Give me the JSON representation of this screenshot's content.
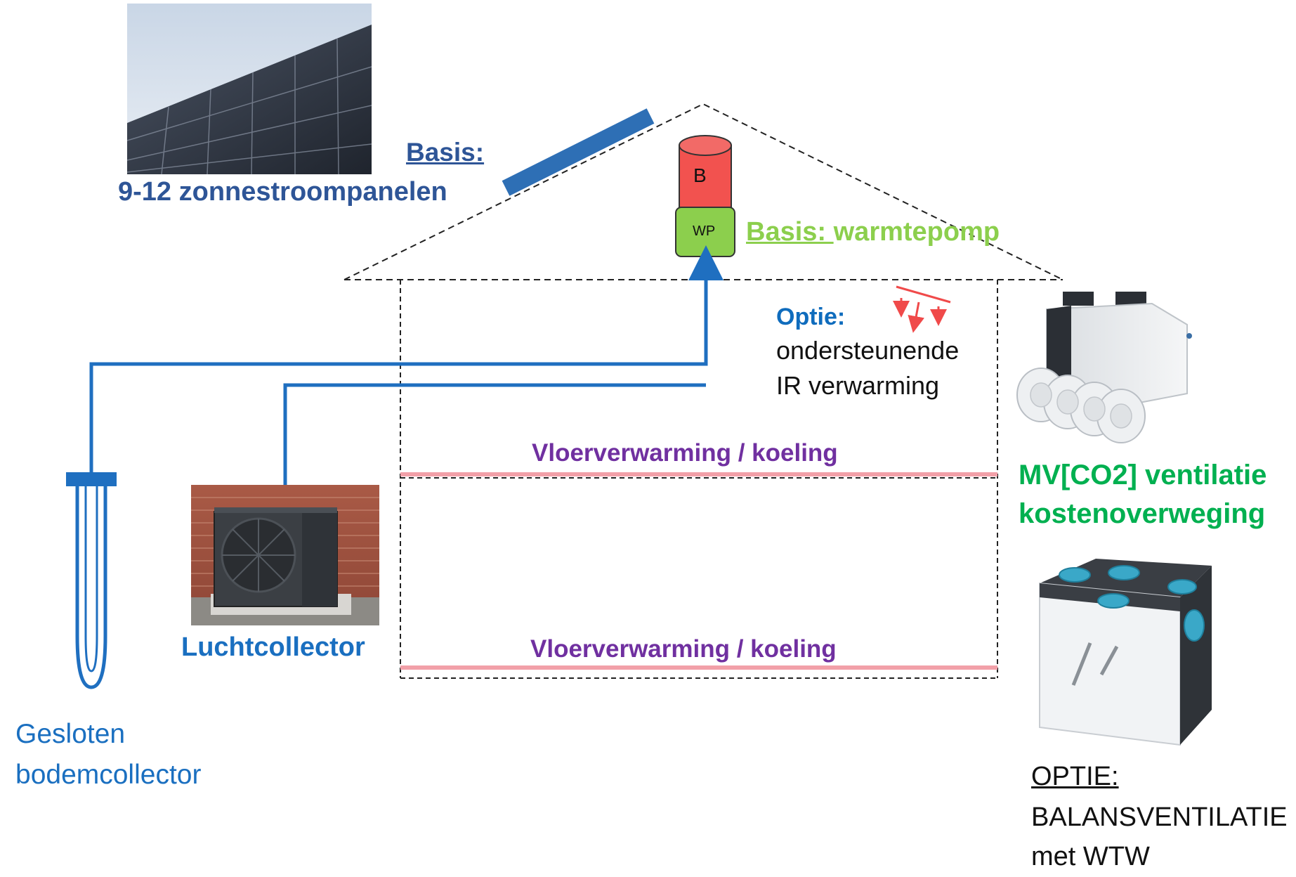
{
  "solar": {
    "basis_label": "Basis:",
    "panels_label": "9-12 zonnestroompanelen"
  },
  "boiler": {
    "label": "B",
    "color": "#f2524f"
  },
  "heatpump": {
    "box_label": "WP",
    "color": "#8ccf4d",
    "basis_prefix": "Basis: ",
    "basis_text": "warmtepomp"
  },
  "ir_option": {
    "title": "Optie:",
    "line1": "ondersteunende",
    "line2": "IR verwarming"
  },
  "floors": {
    "upper_label": "Vloerverwarming / koeling",
    "lower_label": "Vloerverwarming / koeling"
  },
  "mv_ventilation": {
    "line1": "MV[CO2] ventilatie",
    "line2": "kostenoverweging"
  },
  "air_collector": {
    "label": "Luchtcollector"
  },
  "ground_collector": {
    "line1": "Gesloten",
    "line2": "bodemcollector"
  },
  "balance_ventilation": {
    "title": "OPTIE:",
    "line1": "BALANSVENTILATIE",
    "line2": "met WTW"
  },
  "colors": {
    "pipe_blue": "#1f6fc0",
    "solar_panel_blue": "#2e6fb5",
    "floor_heating_pink": "#f2a0a8",
    "ir_red": "#f04a4a"
  }
}
